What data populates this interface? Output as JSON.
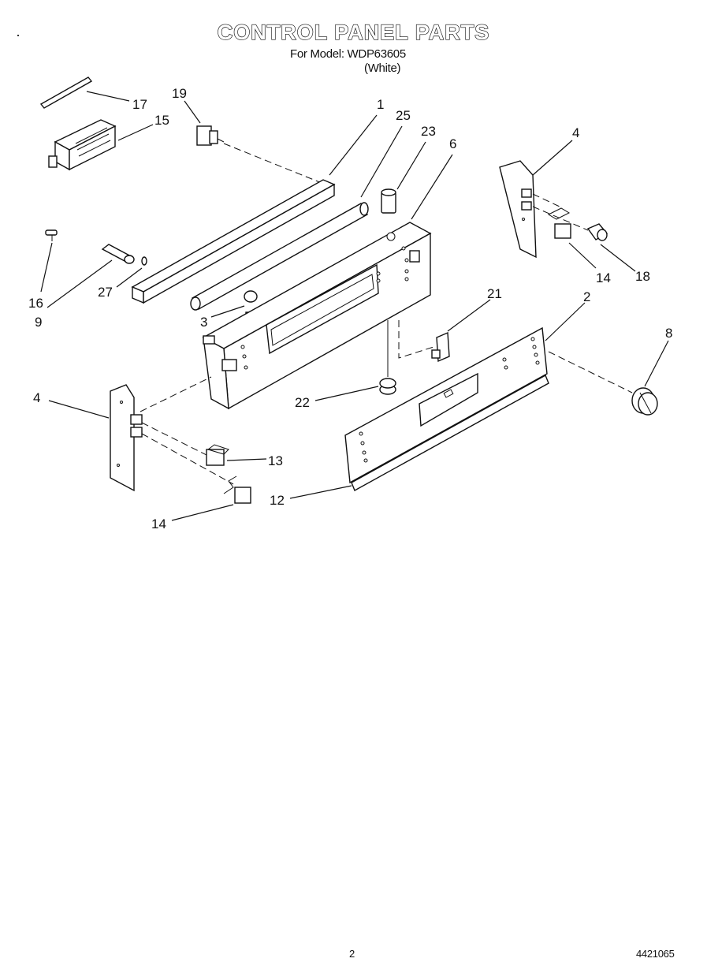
{
  "header": {
    "title": "CONTROL PANEL PARTS",
    "model_line": "For Model: WDP63605",
    "color_line": "(White)"
  },
  "callouts": [
    {
      "id": "c17",
      "label": "17"
    },
    {
      "id": "c15",
      "label": "15"
    },
    {
      "id": "c19",
      "label": "19"
    },
    {
      "id": "c1",
      "label": "1"
    },
    {
      "id": "c25",
      "label": "25"
    },
    {
      "id": "c23",
      "label": "23"
    },
    {
      "id": "c6",
      "label": "6"
    },
    {
      "id": "c4a",
      "label": "4"
    },
    {
      "id": "c16",
      "label": "16"
    },
    {
      "id": "c9",
      "label": "9"
    },
    {
      "id": "c27",
      "label": "27"
    },
    {
      "id": "c3",
      "label": "3"
    },
    {
      "id": "c14a",
      "label": "14"
    },
    {
      "id": "c18",
      "label": "18"
    },
    {
      "id": "c21",
      "label": "21"
    },
    {
      "id": "c2",
      "label": "2"
    },
    {
      "id": "c8",
      "label": "8"
    },
    {
      "id": "c4b",
      "label": "4"
    },
    {
      "id": "c22",
      "label": "22"
    },
    {
      "id": "c13",
      "label": "13"
    },
    {
      "id": "c12",
      "label": "12"
    },
    {
      "id": "c14b",
      "label": "14"
    }
  ],
  "footer": {
    "page_number": "2",
    "doc_number": "4421065"
  }
}
